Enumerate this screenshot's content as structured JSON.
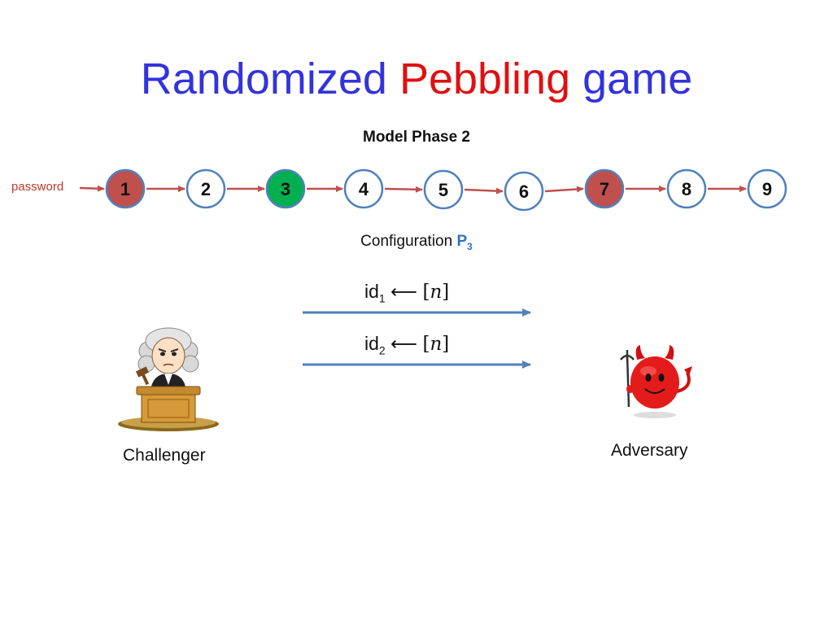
{
  "title": {
    "part1": "Randomized",
    "part2": "Pebbling",
    "part3": "game"
  },
  "phase_label": "Model Phase 2",
  "password_label": "password",
  "nodes": [
    {
      "label": "1",
      "state": "red"
    },
    {
      "label": "2",
      "state": "empty"
    },
    {
      "label": "3",
      "state": "green"
    },
    {
      "label": "4",
      "state": "empty"
    },
    {
      "label": "5",
      "state": "empty"
    },
    {
      "label": "6",
      "state": "empty"
    },
    {
      "label": "7",
      "state": "red"
    },
    {
      "label": "8",
      "state": "empty"
    },
    {
      "label": "9",
      "state": "empty"
    }
  ],
  "colors": {
    "node_red": "#c0504d",
    "node_green": "#00b050",
    "node_border": "#4f81bd",
    "edge": "#c0504d",
    "message_arrow": "#4f81bd"
  },
  "configuration": {
    "label": "Configuration",
    "name": "P",
    "index": "3"
  },
  "messages": [
    {
      "id": "id",
      "index": "1",
      "arrow": "⟵",
      "set_open": "[",
      "var": "n",
      "set_close": "]"
    },
    {
      "id": "id",
      "index": "2",
      "arrow": "⟵",
      "set_open": "[",
      "var": "n",
      "set_close": "]"
    }
  ],
  "parties": {
    "challenger": "Challenger",
    "adversary": "Adversary"
  },
  "icons": {
    "challenger": "judge-icon",
    "adversary": "devil-icon"
  }
}
